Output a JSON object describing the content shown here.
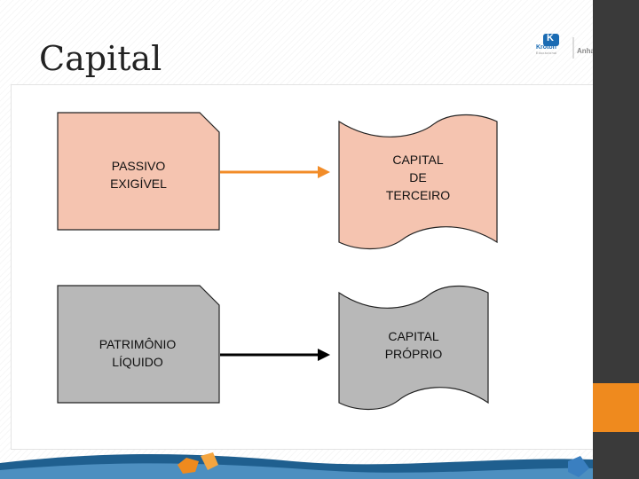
{
  "slide": {
    "title": "Capital"
  },
  "logo": {
    "initial": "K",
    "brand": "Kroton",
    "sub": "Educacional",
    "partner": "Anha"
  },
  "diagram": {
    "nodes": [
      {
        "id": "passivo-exigivel",
        "lines": [
          "PASSIVO",
          "EXIGÍVEL"
        ],
        "shape": "snipped-rectangle",
        "fill": "#f5c4b0"
      },
      {
        "id": "capital-de-terceiro",
        "lines": [
          "CAPITAL",
          "DE",
          "TERCEIRO"
        ],
        "shape": "punched-tape",
        "fill": "#f5c4b0"
      },
      {
        "id": "patrimonio-liquido",
        "lines": [
          "PATRIMÔNIO",
          "LÍQUIDO"
        ],
        "shape": "snipped-rectangle",
        "fill": "#b8b8b8"
      },
      {
        "id": "capital-proprio",
        "lines": [
          "CAPITAL",
          "PRÓPRIO"
        ],
        "shape": "punched-tape",
        "fill": "#b8b8b8"
      }
    ],
    "edges": [
      {
        "from": "passivo-exigivel",
        "to": "capital-de-terceiro",
        "color": "#f28c28"
      },
      {
        "from": "patrimonio-liquido",
        "to": "capital-proprio",
        "color": "#000000"
      }
    ]
  },
  "colors": {
    "accent_orange": "#ef8a1e",
    "logo_blue": "#1a6bb3",
    "sidebar": "#3a3a3a"
  }
}
